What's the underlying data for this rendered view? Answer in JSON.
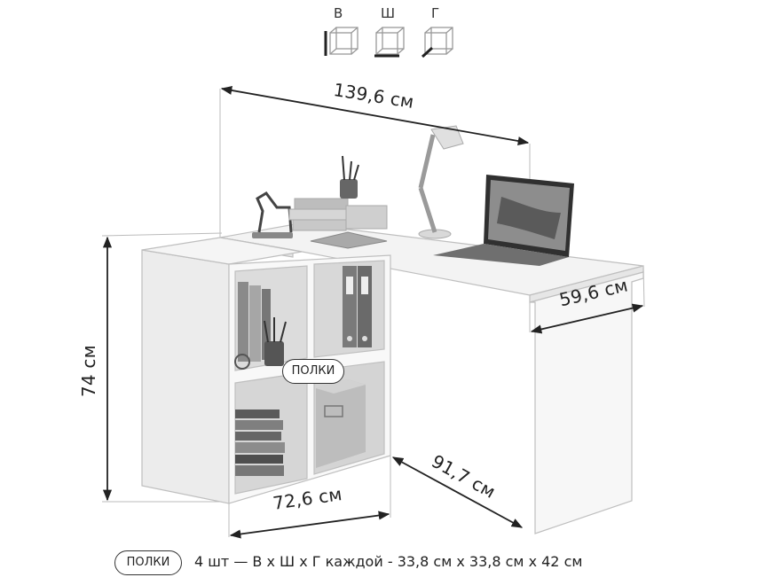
{
  "legend": {
    "height_letter": "В",
    "width_letter": "Ш",
    "depth_letter": "Г"
  },
  "dimensions": {
    "total_width": "139,6 см",
    "height": "74 см",
    "top_depth": "59,6 см",
    "side_width": "72,6 см",
    "return_length": "91,7 см"
  },
  "shelves": {
    "callout_label": "ПОЛКИ",
    "footer_label": "ПОЛКИ",
    "footer_text": "4 шт — В х Ш х Г каждой - 33,8 см х 33,8 см х 42 см"
  },
  "icons": [
    "cube-height-icon",
    "cube-width-icon",
    "cube-depth-icon"
  ]
}
